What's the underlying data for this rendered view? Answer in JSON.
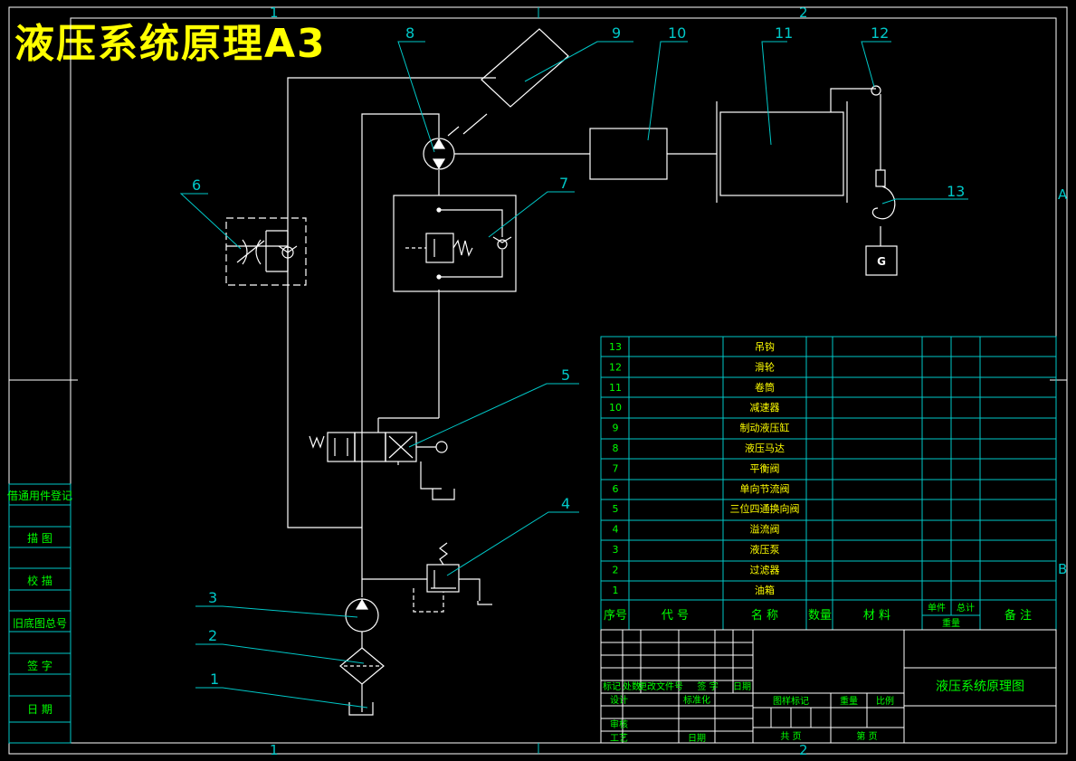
{
  "title": "液压系统原理A3",
  "zones": {
    "top_1": "1",
    "top_2": "2",
    "bottom_1": "1",
    "bottom_2": "2",
    "right_a": "A",
    "right_b": "B"
  },
  "callouts": [
    "1",
    "2",
    "3",
    "4",
    "5",
    "6",
    "7",
    "8",
    "9",
    "10",
    "11",
    "12",
    "13"
  ],
  "weight_label": "G",
  "left_strip": [
    "借通用件登记",
    "描 图",
    "校 描",
    "旧底图总号",
    "签 字",
    "日 期"
  ],
  "parts": [
    {
      "no": "13",
      "name": "吊钩"
    },
    {
      "no": "12",
      "name": "滑轮"
    },
    {
      "no": "11",
      "name": "卷筒"
    },
    {
      "no": "10",
      "name": "减速器"
    },
    {
      "no": "9",
      "name": "制动液压缸"
    },
    {
      "no": "8",
      "name": "液压马达"
    },
    {
      "no": "7",
      "name": "平衡阀"
    },
    {
      "no": "6",
      "name": "单向节流阀"
    },
    {
      "no": "5",
      "name": "三位四通换向阀"
    },
    {
      "no": "4",
      "name": "溢流阀"
    },
    {
      "no": "3",
      "name": "液压泵"
    },
    {
      "no": "2",
      "name": "过滤器"
    },
    {
      "no": "1",
      "name": "油箱"
    }
  ],
  "parts_header": {
    "seq": "序号",
    "code": "代 号",
    "name": "名 称",
    "qty": "数量",
    "material": "材 料",
    "unit": "单件",
    "total": "总计",
    "weight": "重量",
    "remark": "备 注"
  },
  "titleblock": {
    "mark": "标记",
    "place": "处数",
    "change_doc": "更改文件号",
    "sign": "签 字",
    "date": "日期",
    "design": "设计",
    "standard": "标准化",
    "review": "审核",
    "process": "工艺",
    "date2": "日期",
    "stage": "图样标记",
    "weight": "重量",
    "scale": "比例",
    "total_pages": "共 页",
    "page": "第 页",
    "drawing_name": "液压系统原理图"
  },
  "colors": {
    "line": "#ffffff",
    "accent": "#00c8c8",
    "text_green": "#00ff00",
    "title": "#ffff00"
  }
}
